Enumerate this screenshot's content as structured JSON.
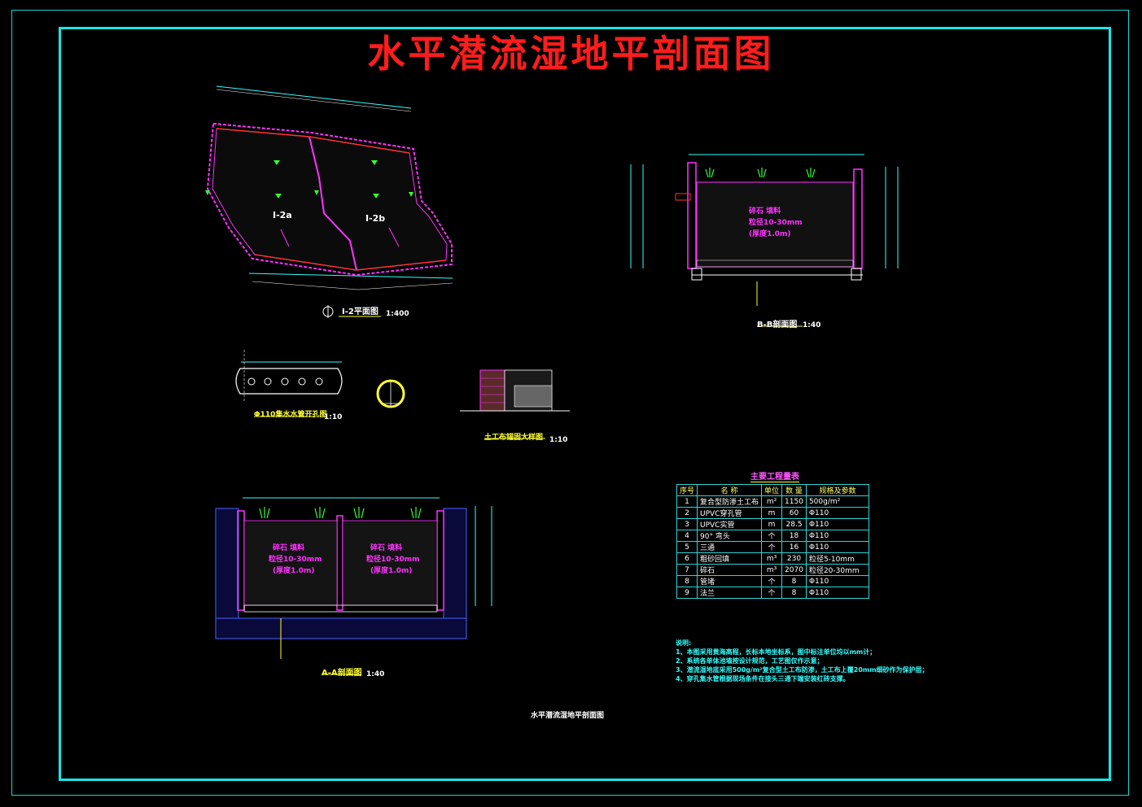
{
  "title": "水平潜流湿地平剖面图",
  "footer": "水平潜流湿地平剖面图",
  "plan": {
    "cell_a": "I-2a",
    "cell_b": "I-2b",
    "caption": "I-2平面图",
    "scale": "1:400"
  },
  "section_b": {
    "caption": "B-B剖面图",
    "scale": "1:40"
  },
  "section_a": {
    "caption": "A-A剖面图",
    "scale": "1:40"
  },
  "pipe_detail": {
    "caption": "Φ110集水水管开孔图",
    "scale": "1:10"
  },
  "geo_detail": {
    "caption": "土工布锚固大样图",
    "scale": "1:10"
  },
  "fill_labels": {
    "media": "碎石 填料",
    "size": "粒径10-30mm",
    "depth": "(厚度1.0m)"
  },
  "table": {
    "title": "主要工程量表",
    "headers": [
      "序号",
      "名 称",
      "单位",
      "数 量",
      "规格及参数"
    ],
    "rows": [
      [
        "1",
        "复合型防渗土工布",
        "m²",
        "1150",
        "500g/m²"
      ],
      [
        "2",
        "UPVC穿孔管",
        "m",
        "60",
        "Φ110"
      ],
      [
        "3",
        "UPVC实管",
        "m",
        "28.5",
        "Φ110"
      ],
      [
        "4",
        "90° 弯头",
        "个",
        "18",
        "Φ110"
      ],
      [
        "5",
        "三通",
        "个",
        "16",
        "Φ110"
      ],
      [
        "6",
        "粗砂回填",
        "m³",
        "230",
        "粒径5-10mm"
      ],
      [
        "7",
        "碎石",
        "m³",
        "2070",
        "粒径20-30mm"
      ],
      [
        "8",
        "管堵",
        "个",
        "8",
        "Φ110"
      ],
      [
        "9",
        "法兰",
        "个",
        "8",
        "Φ110"
      ]
    ]
  },
  "notes": {
    "heading": "说明:",
    "items": [
      "1、本图采用黄海高程，长标本地坐标系，图中标注单位均以mm计；",
      "2、系统各单体池墙按设计规范，工艺图仅作示意；",
      "3、潜流湿地底采用500g/m²复合型土工布防渗，土工布上覆20mm细砂作为保护层；",
      "4、穿孔集水管根据现场条件在接头三通下端安装红砖支撑。"
    ]
  },
  "colors": {
    "frame": "#19e6e6",
    "title": "#ff1c1c",
    "outline": "#ff33ff",
    "dimension": "#33ffff",
    "annotation": "#ffff33"
  }
}
